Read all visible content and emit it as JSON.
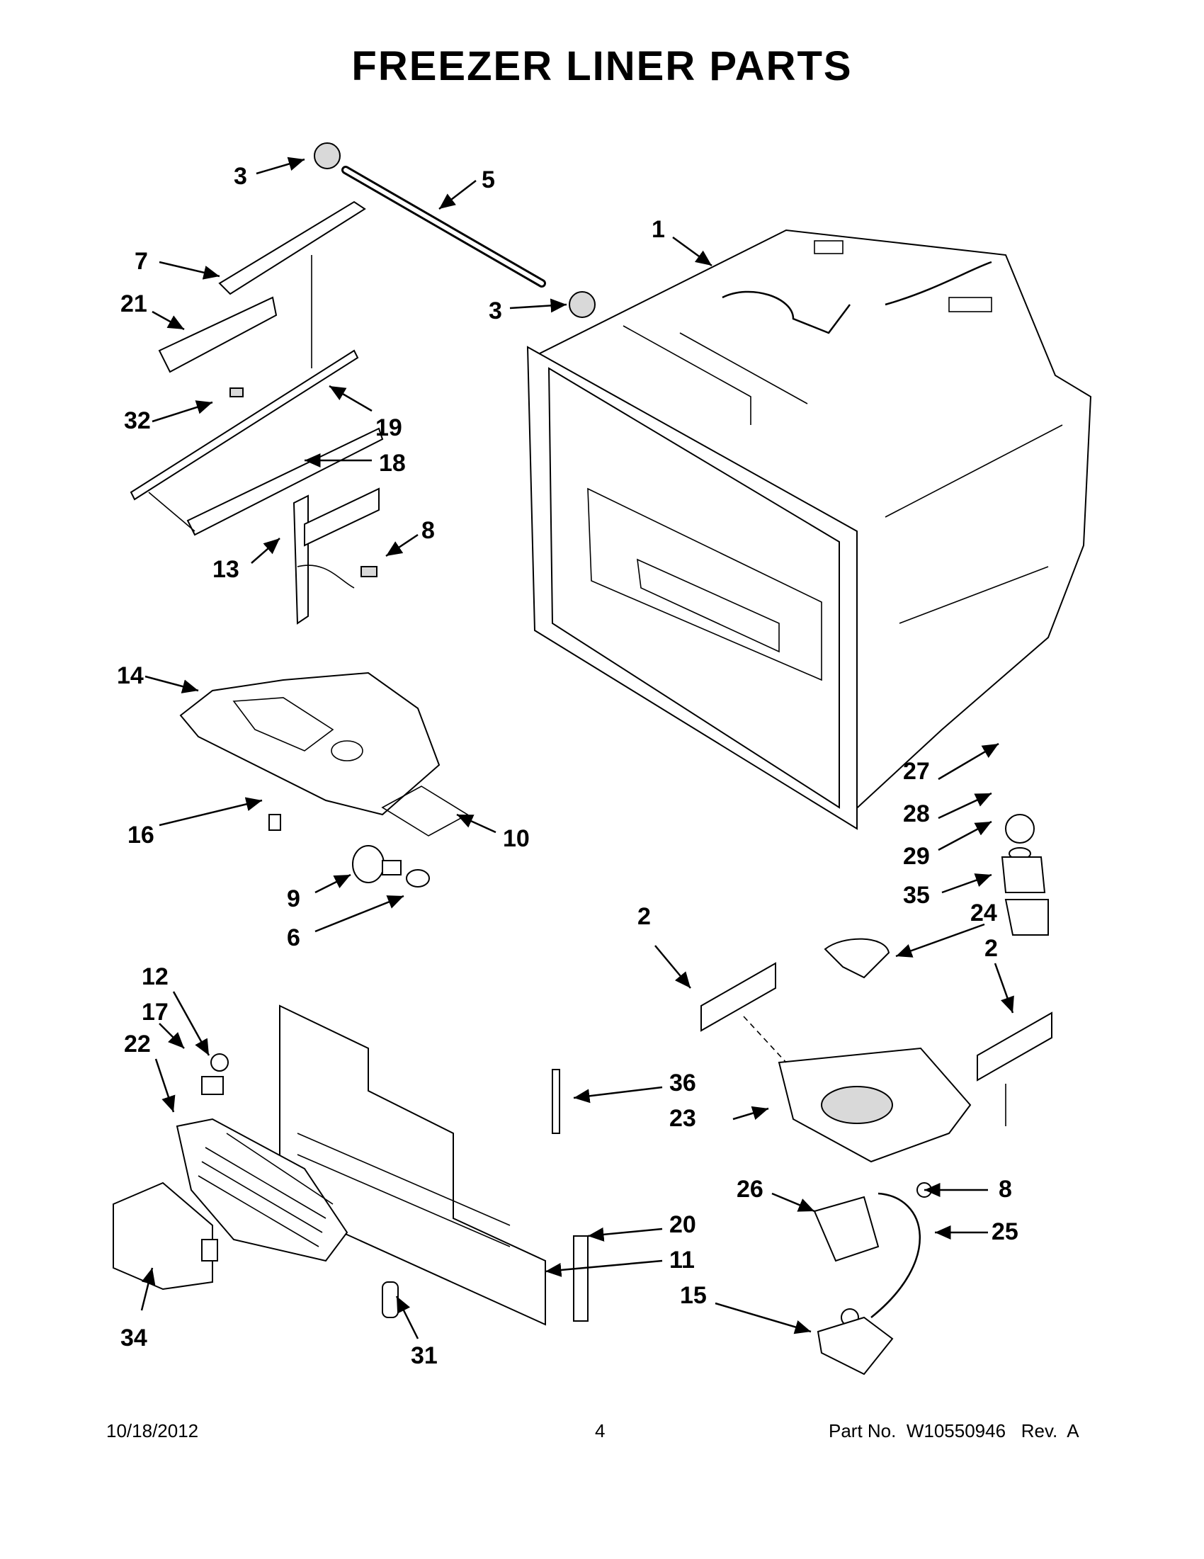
{
  "page": {
    "title": "FREEZER LINER PARTS"
  },
  "callouts": [
    "1",
    "2",
    "2",
    "3",
    "3",
    "5",
    "6",
    "7",
    "8",
    "8",
    "9",
    "10",
    "11",
    "12",
    "13",
    "14",
    "15",
    "16",
    "17",
    "18",
    "19",
    "20",
    "21",
    "22",
    "23",
    "24",
    "25",
    "26",
    "27",
    "28",
    "29",
    "31",
    "32",
    "34",
    "35",
    "36"
  ],
  "footer": {
    "date": "10/18/2012",
    "page_number": "4",
    "part_info": "Part No.  W10550946   Rev.  A"
  }
}
